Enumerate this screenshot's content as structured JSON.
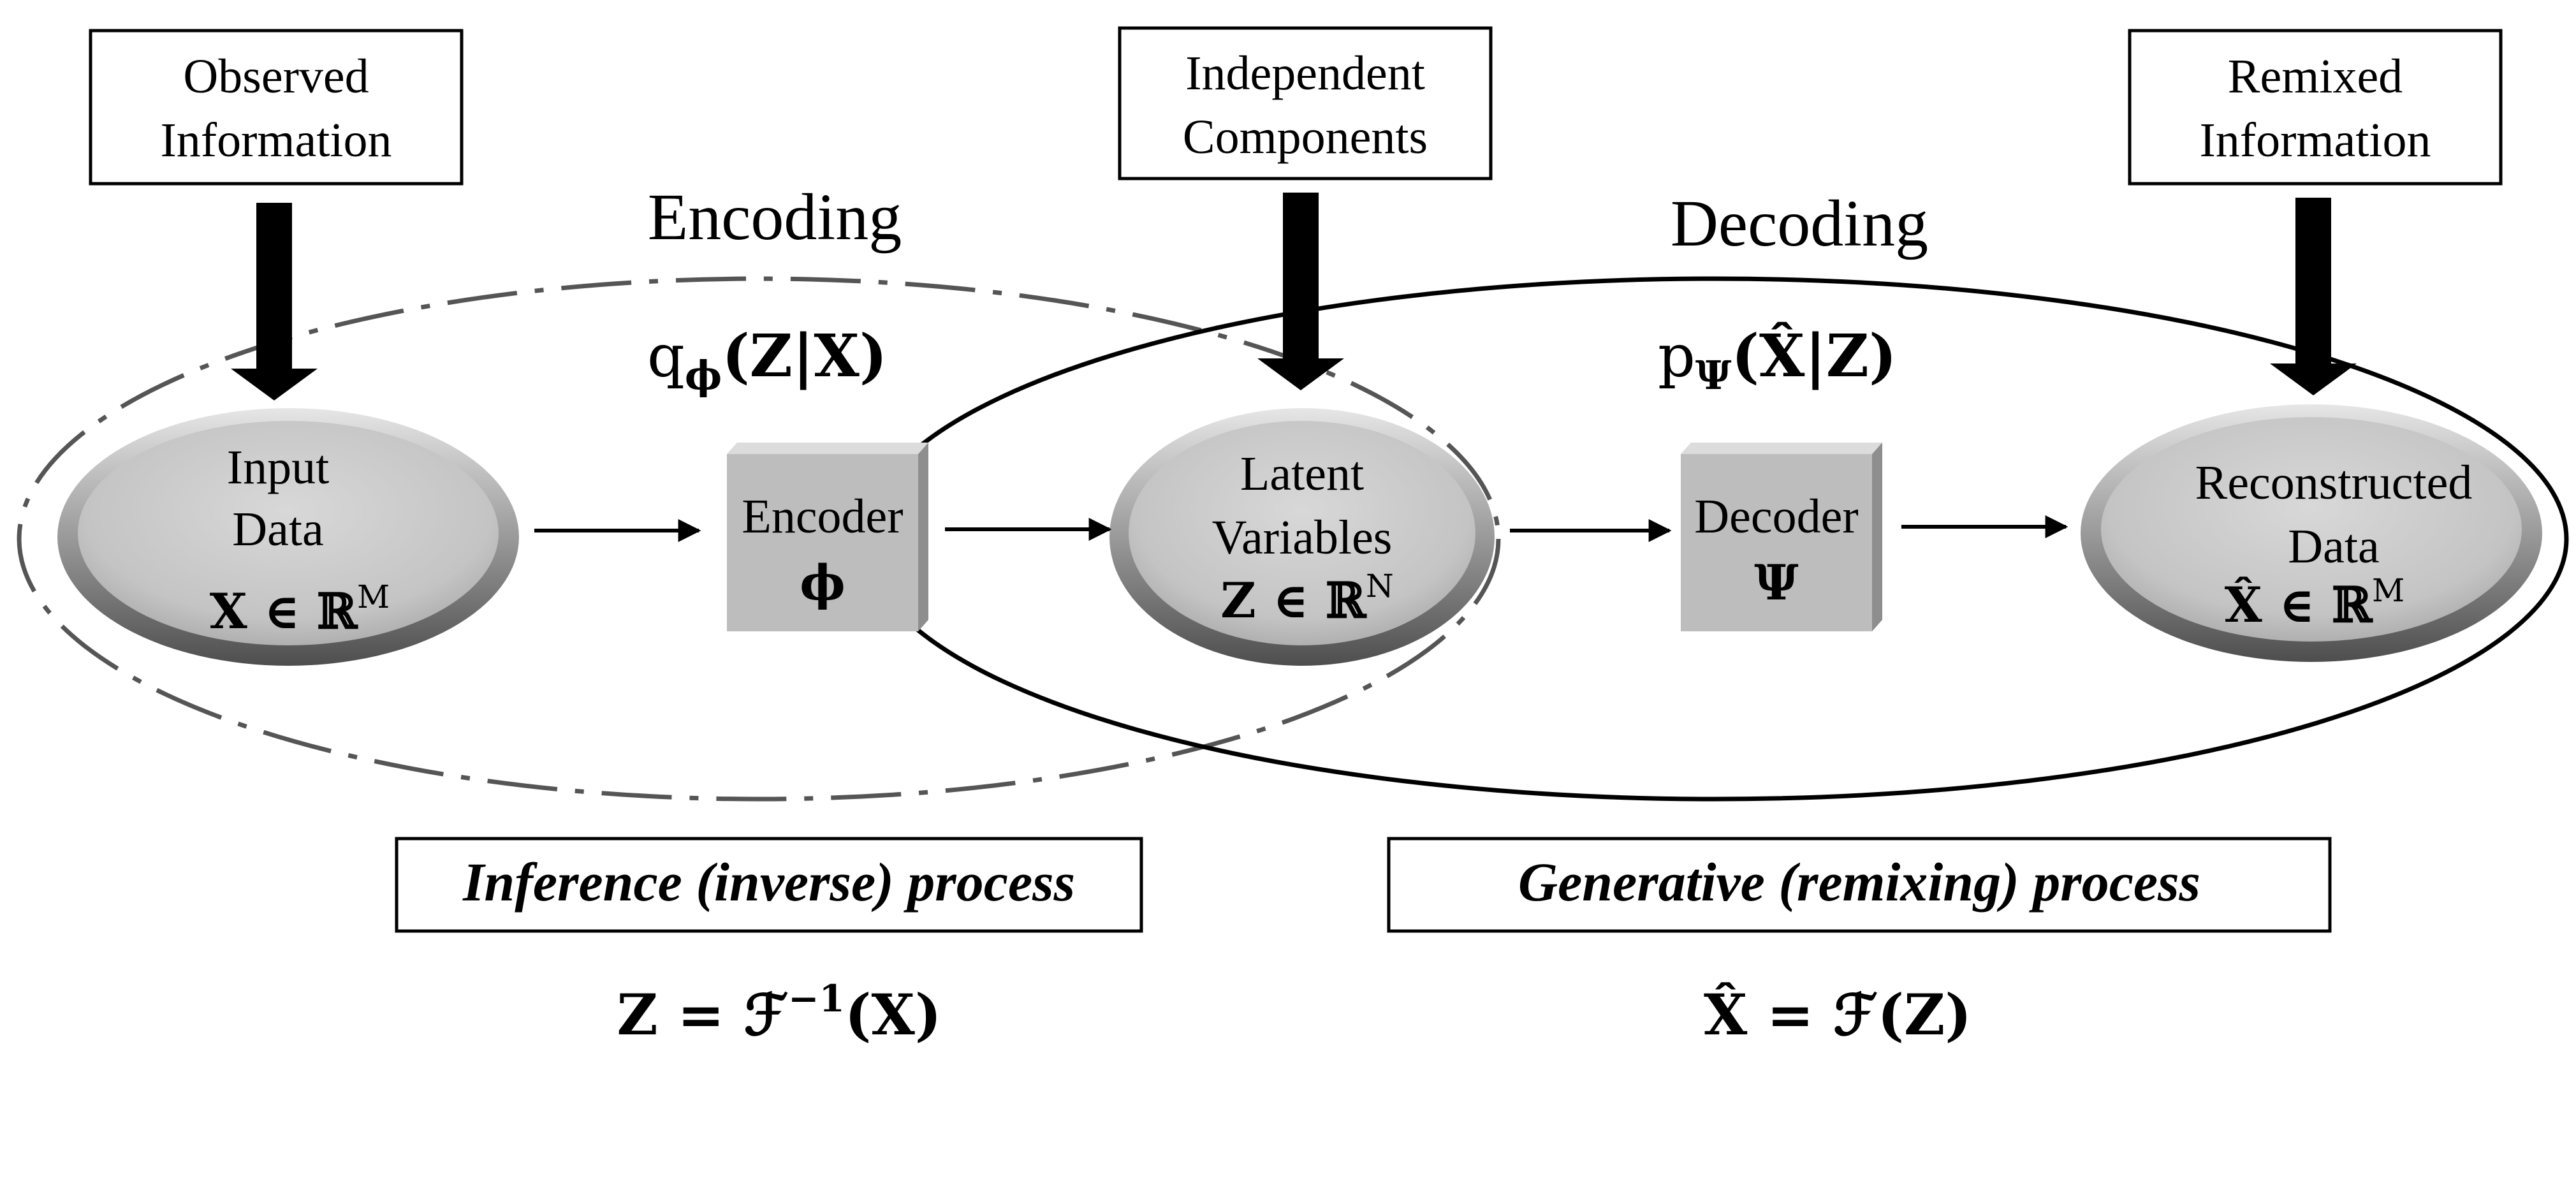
{
  "info_boxes": {
    "observed": [
      "Observed",
      "Information"
    ],
    "independent": [
      "Independent",
      "Components"
    ],
    "remixed": [
      "Remixed",
      "Information"
    ]
  },
  "phases": {
    "encoding": "Encoding",
    "decoding": "Decoding"
  },
  "distributions": {
    "q_base": "q",
    "q_sub": "ϕ",
    "q_args": "(Z|X)",
    "p_base": "p",
    "p_sub": "Ψ",
    "p_args": "(X̂|Z)"
  },
  "nodes": {
    "input": {
      "lines": [
        "Input",
        "Data"
      ],
      "math": "X ∈ ℝ",
      "sup": "M"
    },
    "latent": {
      "lines": [
        "Latent",
        "Variables"
      ],
      "math": "Z ∈ ℝ",
      "sup": "N"
    },
    "reconstructed": {
      "lines": [
        "Reconstructed",
        "Data"
      ],
      "math": "X̂ ∈ ℝ",
      "sup": "M"
    }
  },
  "blocks": {
    "encoder": {
      "label": "Encoder",
      "symbol": "ϕ"
    },
    "decoder": {
      "label": "Decoder",
      "symbol": "Ψ"
    }
  },
  "processes": {
    "inference": "Inference (inverse) process",
    "generative": "Generative (remixing) process"
  },
  "equations": {
    "inverse": {
      "lhs": "Z = ℱ",
      "sup": "−1",
      "rhs": "(X)"
    },
    "forward": "X̂ = ℱ(Z)"
  },
  "colors": {
    "stroke": "#000000",
    "node_fill": "#cccccc",
    "node_ring": "#7a7a7a",
    "block_front": "#bdbdbd",
    "block_side": "#8e8e8e",
    "dashed_ellipse": "#555555"
  }
}
